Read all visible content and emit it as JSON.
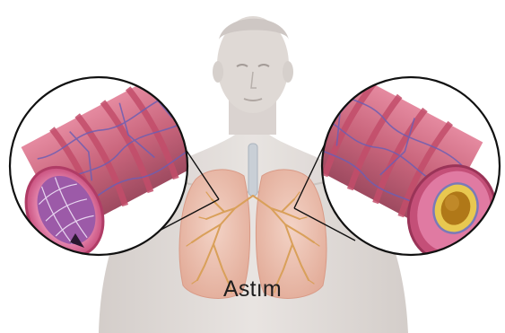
{
  "labels": {
    "condition": "Astım"
  },
  "colors": {
    "skin": "#dcd6d2",
    "lung": "#ecc2b2",
    "airway": "#d9a05a",
    "bronchus_wall": "#d56a82",
    "vein": "#6d5fb3",
    "inflamed_lining": "#e8c850",
    "lumen": "#b07818"
  },
  "panels": [
    {
      "id": "healthy-bronchiole",
      "side": "left"
    },
    {
      "id": "asthmatic-bronchiole",
      "side": "right"
    }
  ]
}
